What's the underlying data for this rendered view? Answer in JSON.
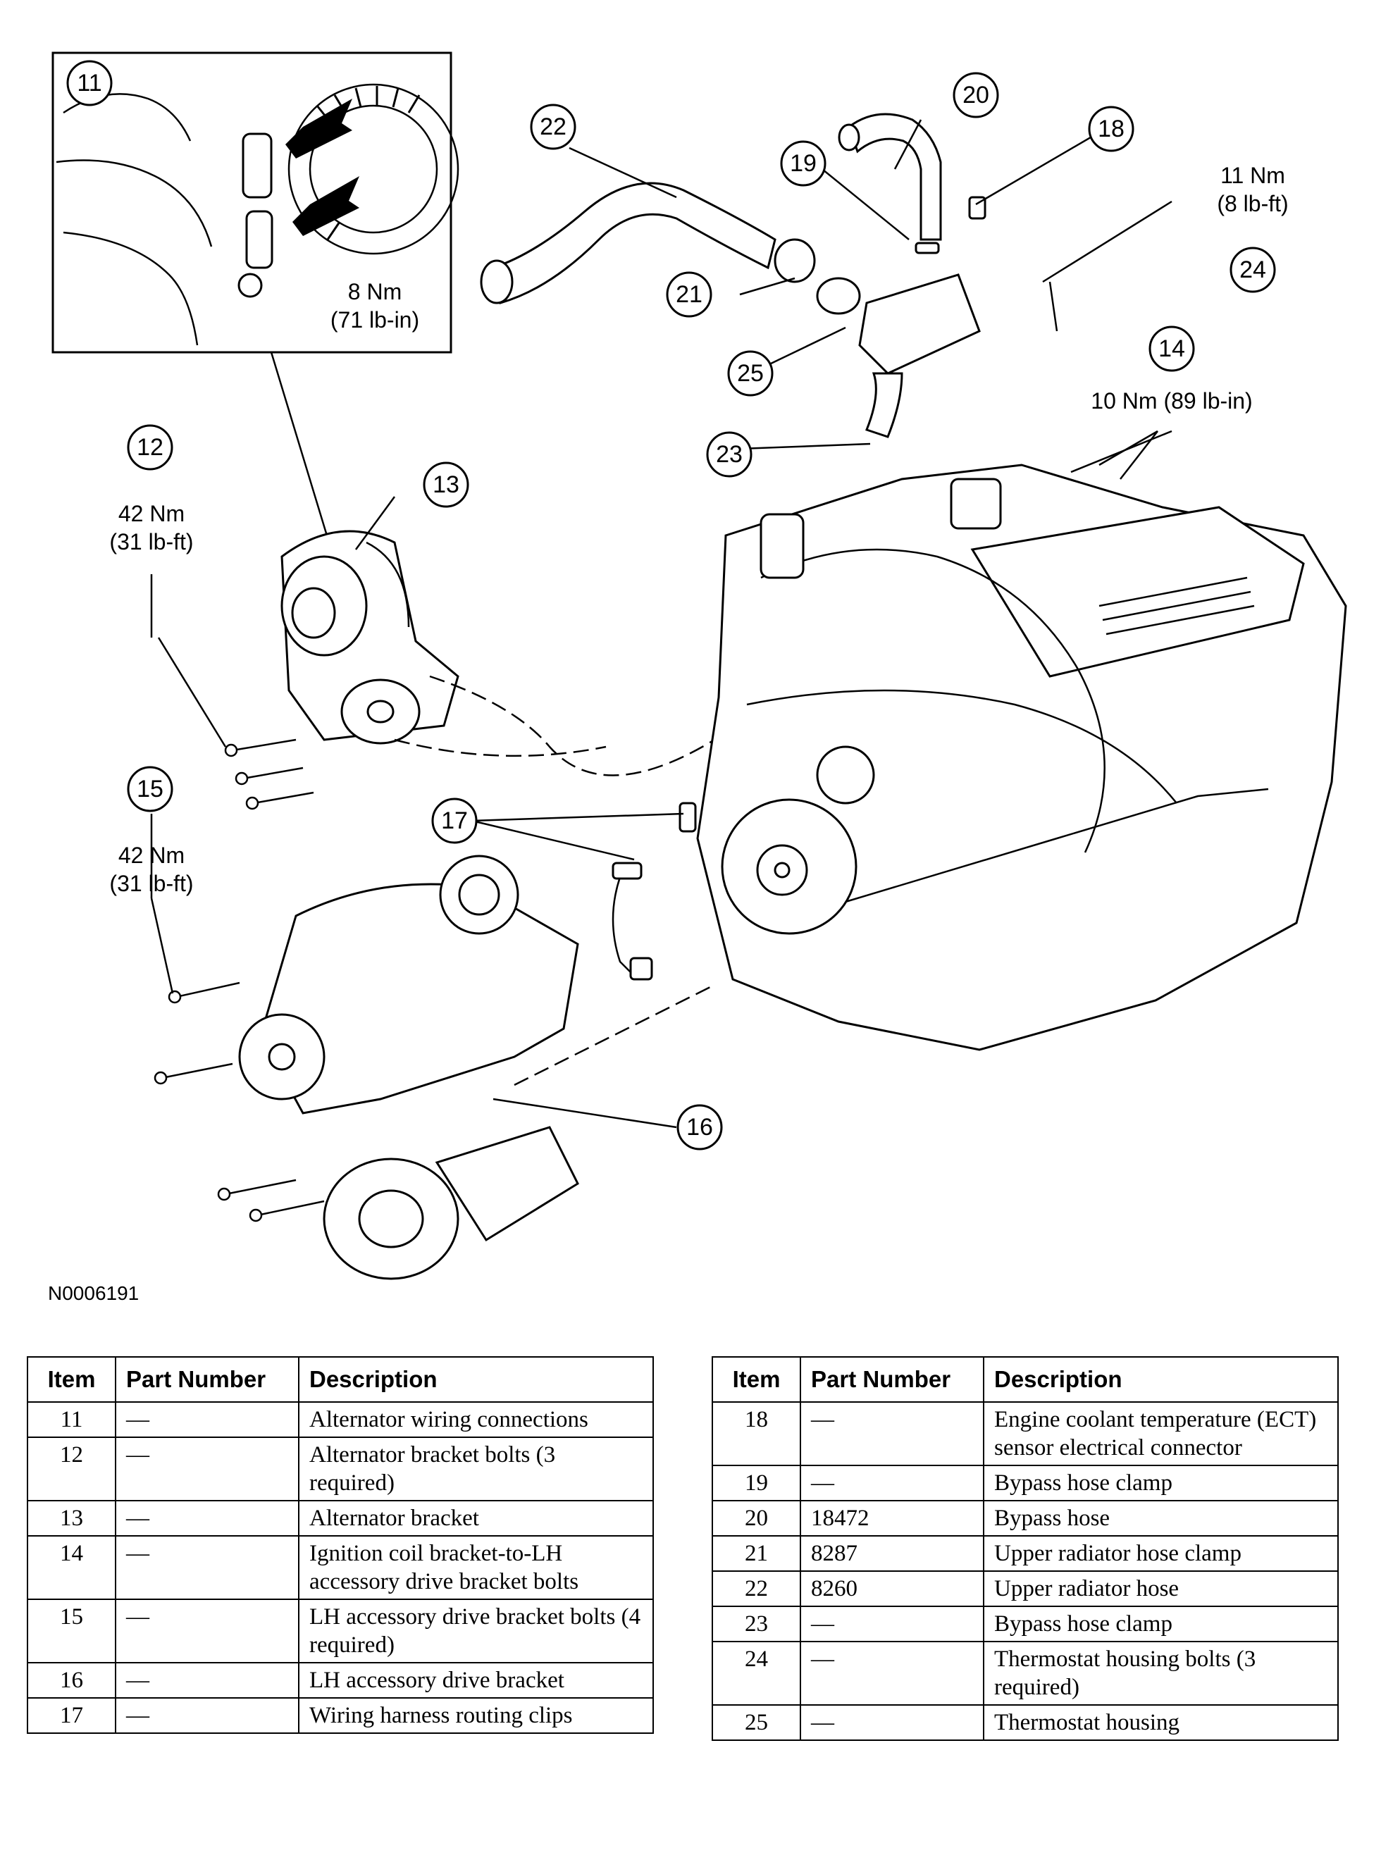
{
  "figure_id": "N0006191",
  "torques": {
    "t11": [
      "8 Nm",
      "(71 lb-in)"
    ],
    "t12": [
      "42 Nm",
      "(31 lb-ft)"
    ],
    "t15": [
      "42 Nm",
      "(31 lb-ft)"
    ],
    "t14": [
      "10 Nm (89 lb-in)"
    ],
    "t24": [
      "11 Nm",
      "(8 lb-ft)"
    ]
  },
  "callouts": [
    "11",
    "12",
    "13",
    "14",
    "15",
    "16",
    "17",
    "18",
    "19",
    "20",
    "21",
    "22",
    "23",
    "24",
    "25"
  ],
  "headers": {
    "item": "Item",
    "part_number": "Part Number",
    "description": "Description"
  },
  "table_left": [
    {
      "item": "11",
      "part": "—",
      "desc": "Alternator wiring connections"
    },
    {
      "item": "12",
      "part": "—",
      "desc": "Alternator bracket bolts (3 required)"
    },
    {
      "item": "13",
      "part": "—",
      "desc": "Alternator bracket"
    },
    {
      "item": "14",
      "part": "—",
      "desc": "Ignition coil bracket-to-LH accessory drive bracket bolts"
    },
    {
      "item": "15",
      "part": "—",
      "desc": "LH accessory drive bracket bolts (4 required)"
    },
    {
      "item": "16",
      "part": "—",
      "desc": "LH accessory drive bracket"
    },
    {
      "item": "17",
      "part": "—",
      "desc": "Wiring harness routing clips"
    }
  ],
  "table_right": [
    {
      "item": "18",
      "part": "—",
      "desc": "Engine coolant temperature (ECT) sensor electrical connector"
    },
    {
      "item": "19",
      "part": "—",
      "desc": "Bypass hose clamp"
    },
    {
      "item": "20",
      "part": "18472",
      "desc": "Bypass hose"
    },
    {
      "item": "21",
      "part": "8287",
      "desc": "Upper radiator hose clamp"
    },
    {
      "item": "22",
      "part": "8260",
      "desc": "Upper radiator hose"
    },
    {
      "item": "23",
      "part": "—",
      "desc": "Bypass hose clamp"
    },
    {
      "item": "24",
      "part": "—",
      "desc": "Thermostat housing bolts (3 required)"
    },
    {
      "item": "25",
      "part": "—",
      "desc": "Thermostat housing"
    }
  ]
}
